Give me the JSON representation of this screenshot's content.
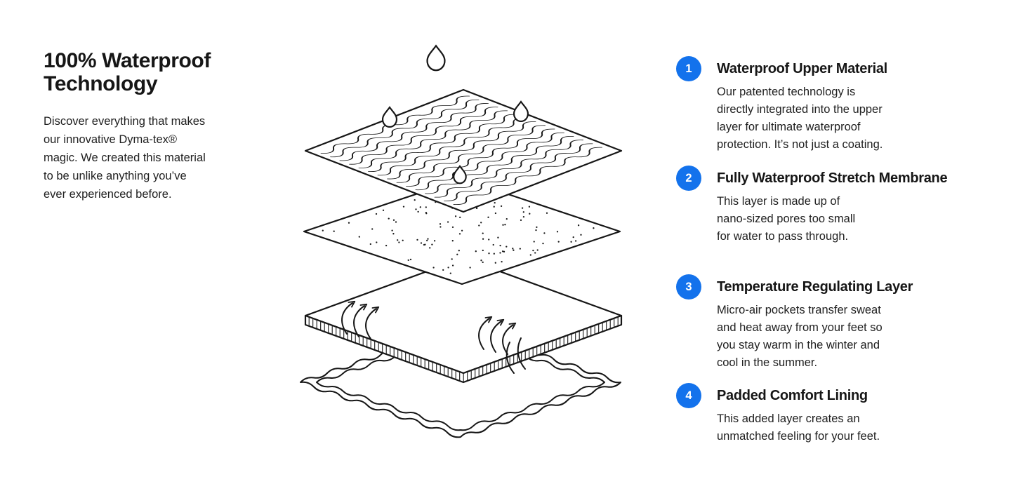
{
  "page": {
    "background": "#ffffff",
    "accent_color": "#1372ec",
    "line_color": "#161616"
  },
  "intro": {
    "title": "100% Waterproof\nTechnology",
    "description": "Discover everything that makes\nour innovative Dyma-tex®\nmagic. We created this material\nto be unlike anything you’ve\never experienced before."
  },
  "diagram": {
    "droplet_icon": "water-droplet",
    "layers": [
      "waterproof-upper-material",
      "waterproof-stretch-membrane",
      "temperature-regulating-layer",
      "padded-comfort-lining"
    ]
  },
  "features": [
    {
      "number": "1",
      "title": "Waterproof Upper Material",
      "description": "Our patented technology is\ndirectly integrated into the upper\nlayer for ultimate waterproof\nprotection. It’s not just a coating."
    },
    {
      "number": "2",
      "title": "Fully Waterproof Stretch Membrane",
      "description": "This layer is made up of\nnano-sized pores too small\nfor water to pass through."
    },
    {
      "number": "3",
      "title": "Temperature Regulating Layer",
      "description": "Micro-air pockets transfer sweat\nand heat away from your feet so\nyou stay warm in the winter and\ncool in the summer."
    },
    {
      "number": "4",
      "title": "Padded Comfort Lining",
      "description": "This added layer creates an\nunmatched feeling for your feet."
    }
  ]
}
